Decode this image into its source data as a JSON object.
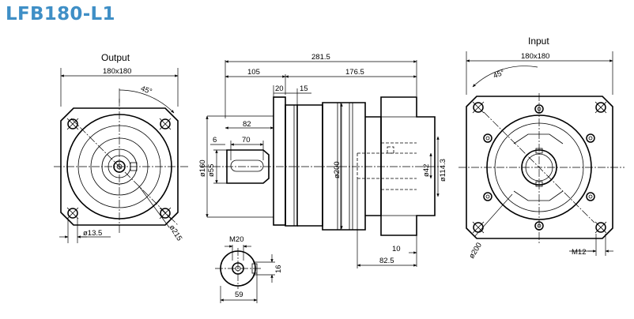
{
  "title": "LFB180-L1",
  "output_view": {
    "heading": "Output",
    "flange": "180x180",
    "angle": "45°",
    "pcd": "ø215",
    "bolt_hole": "ø13.5"
  },
  "side_view": {
    "overall": "281.5",
    "front": "105",
    "rear": "176.5",
    "d20": "20",
    "d15": "15",
    "d82": "82",
    "d6": "6",
    "d70": "70",
    "pilot": "ø160",
    "shaft": "ø55",
    "body": "ø200",
    "input_bore": "ø42",
    "input_pilot": "ø114.3",
    "d10": "10",
    "d825": "82.5"
  },
  "thread_detail": {
    "thread": "M20",
    "key": "16",
    "height": "59"
  },
  "input_view": {
    "heading": "Input",
    "flange": "180x180",
    "angle": "45°",
    "pcd": "ø200",
    "thread": "M12"
  }
}
